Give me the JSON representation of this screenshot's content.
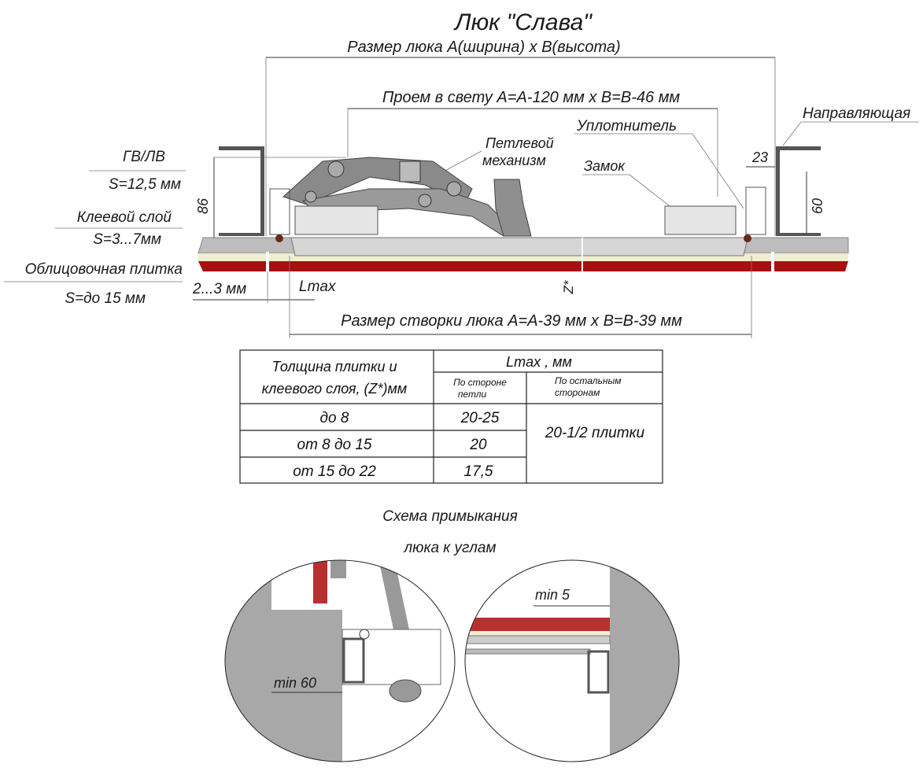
{
  "title": "Люк \"Слава\"",
  "dimensions": {
    "hatch_size": "Размер люка A(ширина) x B(высота)",
    "clear_opening": "Проем в свету A=A-120 мм x B=B-46 мм",
    "door_size": "Размер створки люка A=A-39 мм x B=B-39 мм",
    "gap": "2...3 мм",
    "lmax": "Lmax",
    "z": "Z*",
    "height_left": "86",
    "height_right": "60",
    "guide_offset": "23"
  },
  "labels": {
    "guide": "Направляющая",
    "seal": "Уплотнитель",
    "hinge_line1": "Петлевой",
    "hinge_line2": "механизм",
    "lock": "Замок",
    "gypsum": "ГВ/ЛВ",
    "gypsum_thickness": "S=12,5 мм",
    "adhesive": "Клеевой слой",
    "adhesive_thickness": "S=3...7мм",
    "tile": "Облицовочная плитка",
    "tile_thickness": "S=до 15 мм"
  },
  "table": {
    "header_col1_line1": "Толщина плитки и",
    "header_col1_line2": "клеевого слоя, (Z*)мм",
    "header_lmax": "Lmax , мм",
    "sub_hinge_line1": "По стороне",
    "sub_hinge_line2": "петли",
    "sub_other_line1": "По остальным",
    "sub_other_line2": "сторонам",
    "rows": [
      {
        "thickness": "до 8",
        "hinge": "20-25"
      },
      {
        "thickness": "от 8 до 15",
        "hinge": "20"
      },
      {
        "thickness": "от 15 до 22",
        "hinge": "17,5"
      }
    ],
    "other_sides_value": "20-1/2 плитки"
  },
  "corner_scheme": {
    "title_line1": "Схема примыкания",
    "title_line2": "люка к углам",
    "left_min": "min 60",
    "right_min": "min 5"
  },
  "colors": {
    "tile_red": "#a80f0f",
    "adhesive_cream": "#f3edd0",
    "board_gray": "#bdbdbd",
    "metal_dark": "#555555",
    "mechanism_gray": "#8a8a8a"
  }
}
